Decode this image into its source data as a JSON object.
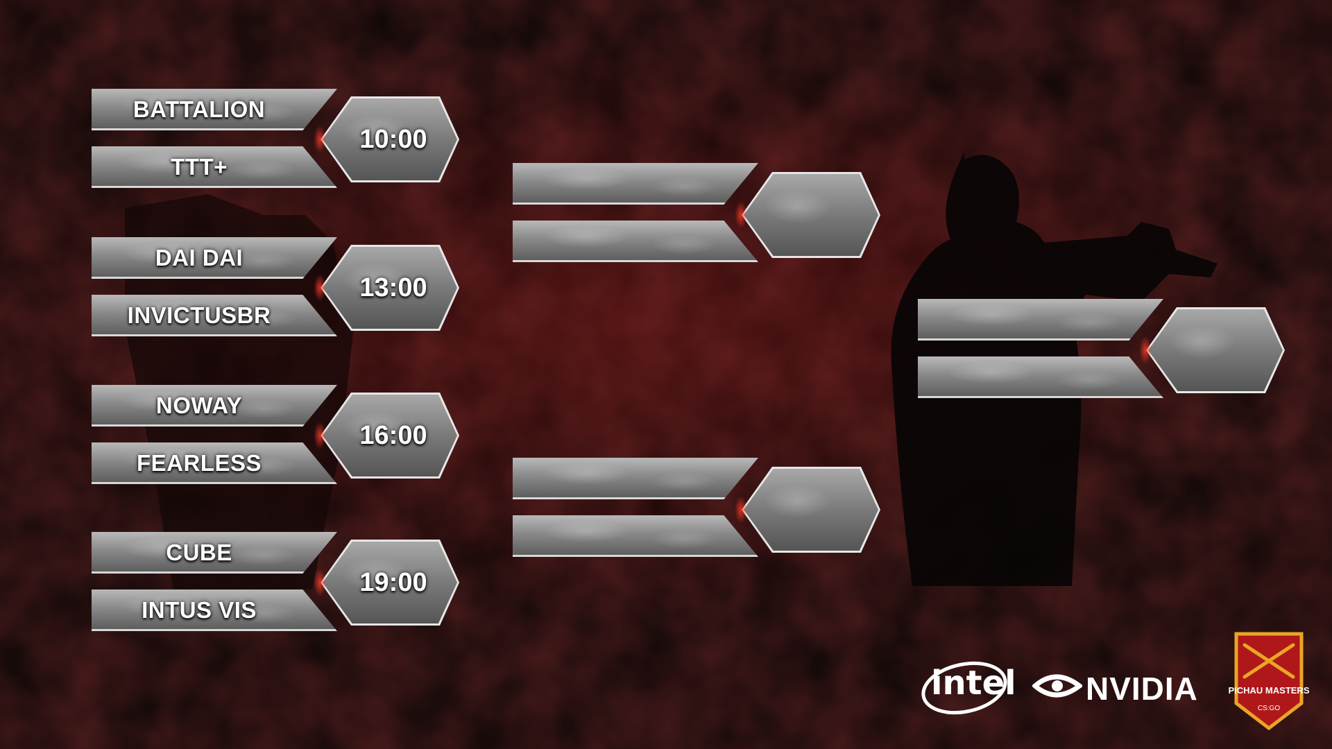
{
  "round1": [
    {
      "team_a": "BATTALION",
      "team_b": "TTT+",
      "time": "10:00"
    },
    {
      "team_a": "DAI DAI",
      "team_b": "INVICTUSBR",
      "time": "13:00"
    },
    {
      "team_a": "NOWAY",
      "team_b": "FEARLESS",
      "time": "16:00"
    },
    {
      "team_a": "CUBE",
      "team_b": "INTUS VIS",
      "time": "19:00"
    }
  ],
  "semifinals": [
    {
      "team_a": "",
      "team_b": "",
      "time": ""
    },
    {
      "team_a": "",
      "team_b": "",
      "time": ""
    }
  ],
  "final": {
    "team_a": "",
    "team_b": "",
    "time": ""
  },
  "sponsors": {
    "intel": "intel",
    "nvidia": "NVIDIA",
    "badge_title": "PICHAU MASTERS",
    "badge_sub": "CS:GO"
  },
  "colors": {
    "accent_red": "#c8201c",
    "badge_gold": "#e8a624",
    "badge_red": "#b0171a"
  },
  "icons": [
    "intel-logo",
    "nvidia-eye-icon",
    "crossed-rifles-icon"
  ]
}
